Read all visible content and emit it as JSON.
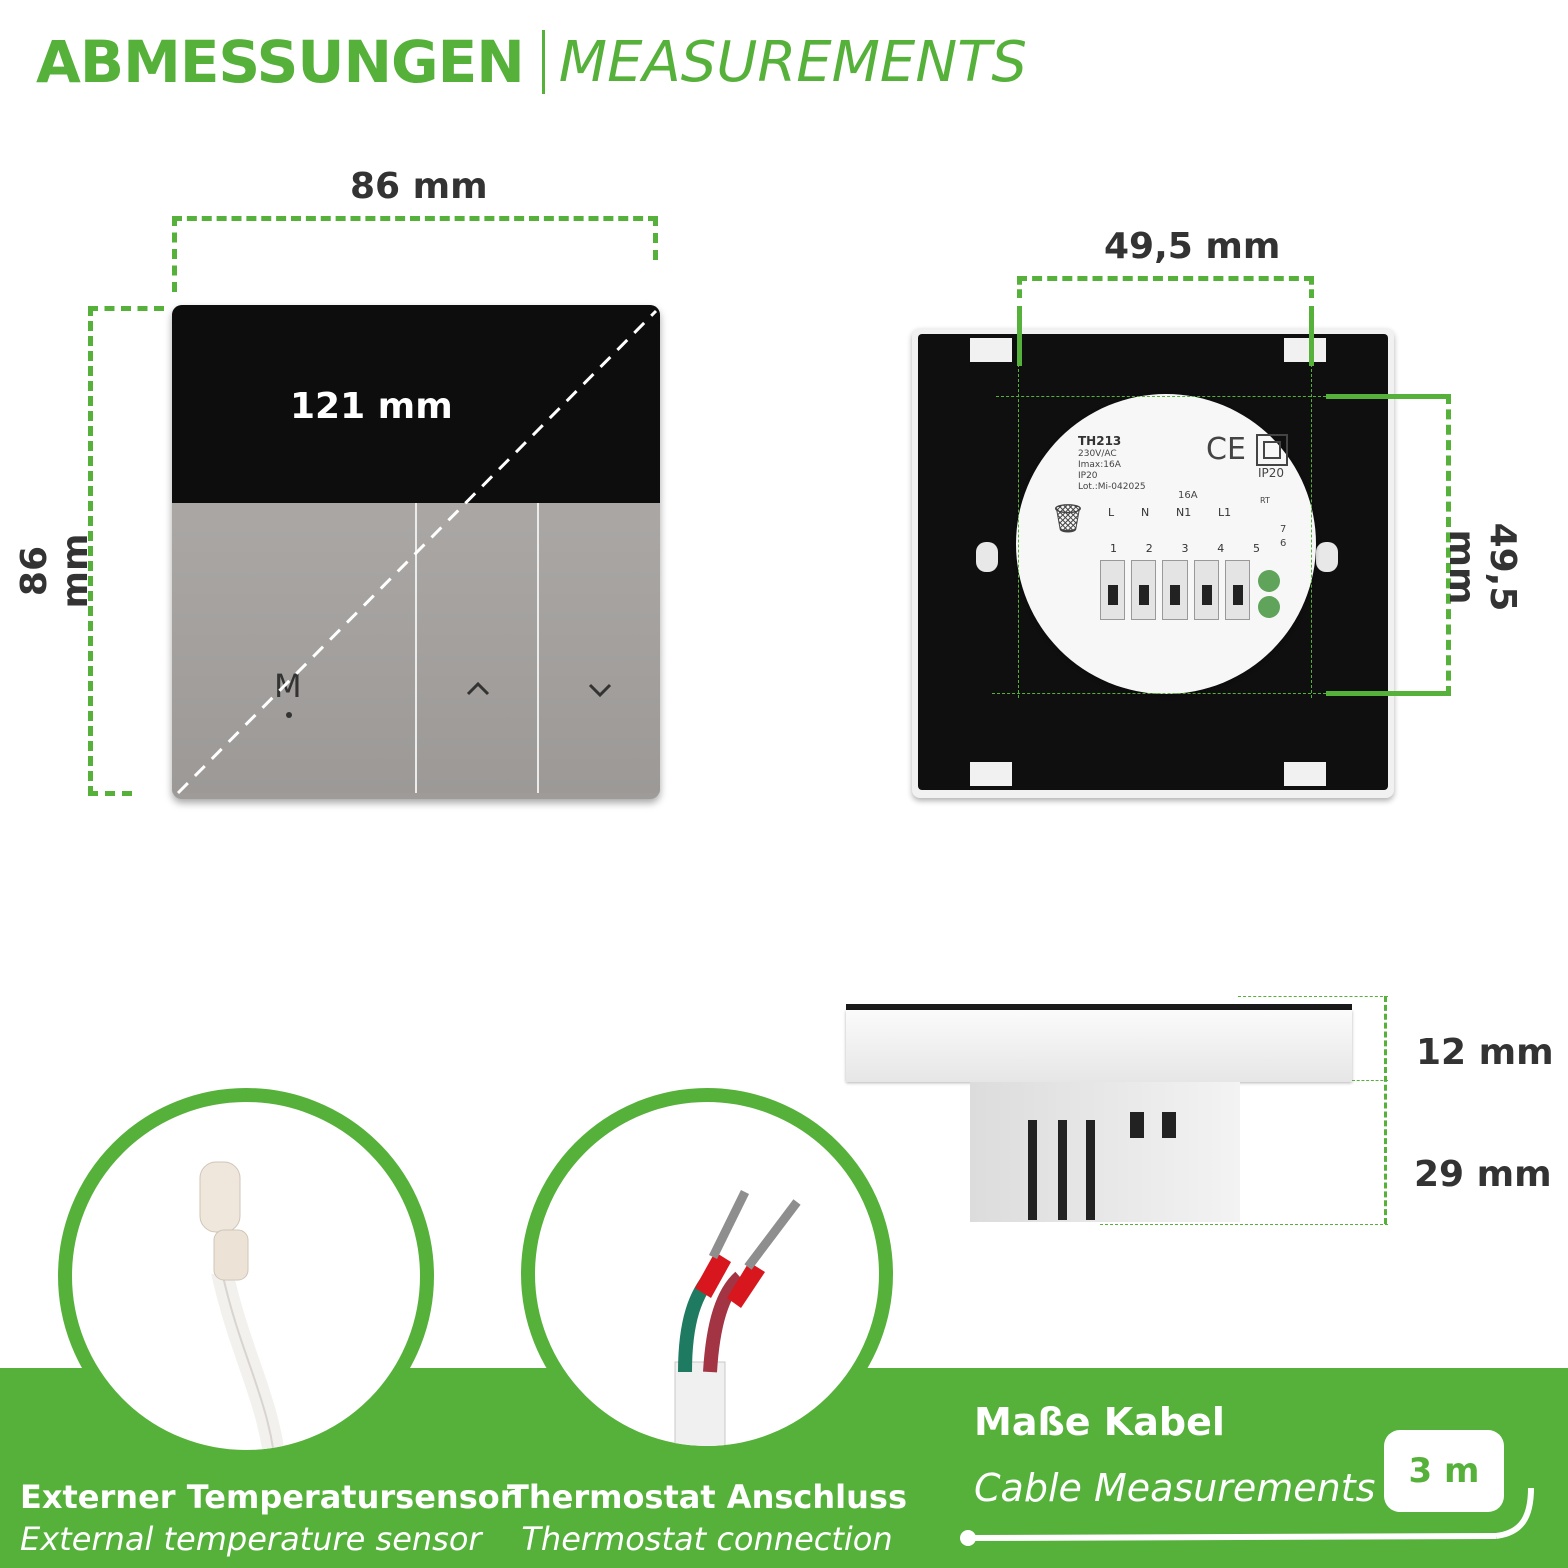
{
  "header": {
    "title_de": "ABMESSUNGEN",
    "title_en": "MEASUREMENTS"
  },
  "front_view": {
    "width_label": "86 mm",
    "height_label": "86 mm",
    "diagonal_label": "121 mm",
    "buttons": [
      {
        "icon": "m-icon",
        "symbol": "M"
      },
      {
        "icon": "chevron-up-icon",
        "symbol": "^"
      },
      {
        "icon": "chevron-down-icon",
        "symbol": "v"
      }
    ]
  },
  "back_view": {
    "width_label": "49,5 mm",
    "height_label": "49,5 mm",
    "label": {
      "model": "TH213",
      "voltage": "230V/AC",
      "current": "Imax:16A",
      "ip": "IP20",
      "lot": "Lot.:Mi-042025",
      "ip_badge": "IP20",
      "ce": "CE",
      "terminal_amp": "16A",
      "rt": "RT"
    },
    "terminals": [
      {
        "letter": "L",
        "num": "1"
      },
      {
        "letter": "N",
        "num": "2"
      },
      {
        "letter": "N1",
        "num": "3"
      },
      {
        "letter": "L1",
        "num": "4"
      },
      {
        "letter": "",
        "num": "5"
      }
    ],
    "rt_pins": [
      "7",
      "6"
    ]
  },
  "side_view": {
    "depth_front": "12 mm",
    "depth_back": "29 mm"
  },
  "features": [
    {
      "title_de": "Externer Temperatursensor",
      "title_en": "External temperature sensor"
    },
    {
      "title_de": "Thermostat Anschluss",
      "title_en": "Thermostat connection"
    }
  ],
  "cable": {
    "title_de": "Maße Kabel",
    "title_en": "Cable Measurements",
    "length": "3 m"
  },
  "colors": {
    "accent": "#56b13b",
    "text_dark": "#333333",
    "panel_black": "#111111"
  }
}
